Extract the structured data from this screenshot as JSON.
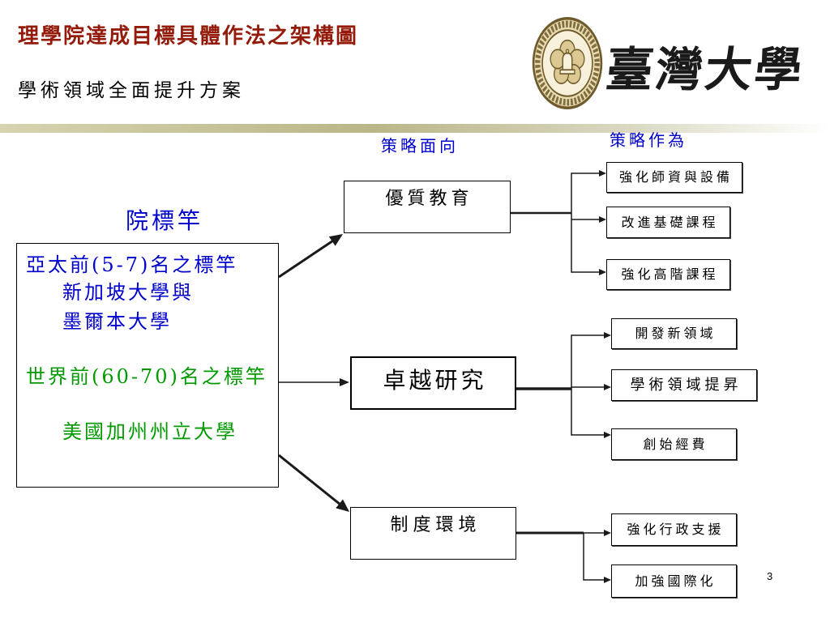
{
  "header": {
    "title": "理學院達成目標具體作法之架構圖",
    "subtitle": "學術領域全面提升方案"
  },
  "logo": {
    "seal_icon": "university-seal-icon",
    "wordmark": "臺灣大學"
  },
  "column_headings": {
    "strategy_aspects": "策略面向",
    "strategy_actions": "策略作為"
  },
  "benchmark": {
    "heading": "院標竿",
    "groups": [
      {
        "target": "亞太前(5-7)名之標竿",
        "institutions": [
          "新加坡大學與",
          "墨爾本大學"
        ]
      },
      {
        "target": "世界前(60-70)名之標竿",
        "institutions": [
          "美國加州州立大學"
        ]
      }
    ]
  },
  "strategy_aspects": [
    {
      "label": "優質教育",
      "actions": [
        "強化師資與設備",
        "改進基礎課程",
        "強化高階課程"
      ]
    },
    {
      "label": "卓越研究",
      "actions": [
        "開發新領域",
        "學術領域提昇",
        "創始經費"
      ]
    },
    {
      "label": "制度環境",
      "actions": [
        "強化行政支援",
        "加強國際化"
      ]
    }
  ],
  "page_number": "3",
  "colors": {
    "title": "#941a0a",
    "blue": "#0000cc",
    "green": "#009900",
    "ink": "#000000",
    "divider_start": "#d6d4ae",
    "divider_mid": "#b9b688",
    "divider_end": "#ffffff",
    "seal": "#6e5a2a",
    "seal_fill": "#eadcb2",
    "connector": "#1a1a1a"
  }
}
